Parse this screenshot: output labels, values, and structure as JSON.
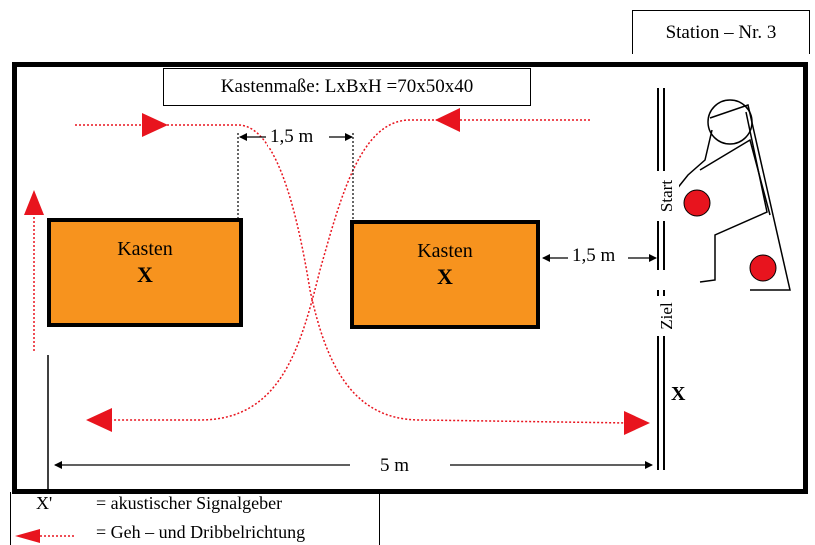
{
  "station": {
    "label": "Station – Nr. 3"
  },
  "dimensions": {
    "label": "Kastenmaße: LxBxH =70x50x40"
  },
  "boxes": [
    {
      "label": "Kasten",
      "mark": "X"
    },
    {
      "label": "Kasten",
      "mark": "X"
    }
  ],
  "distances": {
    "between_boxes": "1,5 m",
    "to_line": "1,5 m",
    "total": "5 m"
  },
  "lane": {
    "start_label": "Start",
    "goal_label": "Ziel",
    "signal_mark": "X"
  },
  "legend": {
    "signal": {
      "symbol": "X'",
      "text": "= akustischer Signalgeber"
    },
    "direction": {
      "text": "= Geh – und Dribbelrichtung"
    }
  },
  "colors": {
    "box_fill": "#f7931e",
    "arrow_red": "#e8141e",
    "ball_red": "#e8141e"
  }
}
